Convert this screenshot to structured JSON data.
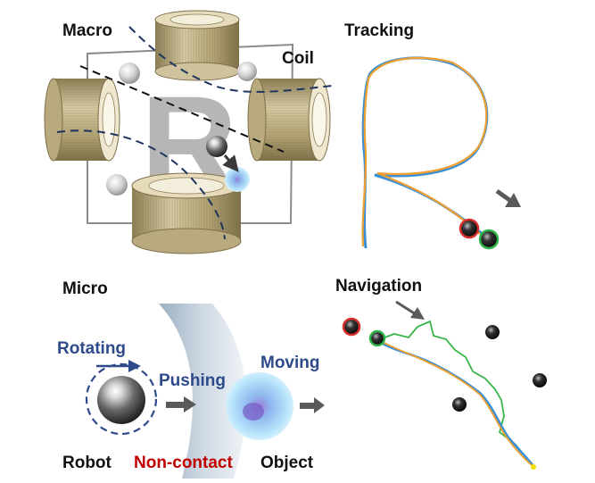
{
  "labels": {
    "macro": "Macro",
    "coil": "Coil",
    "tracking": "Tracking",
    "micro": "Micro",
    "navigation": "Navigation",
    "rotating": "Rotating",
    "pushing": "Pushing",
    "moving": "Moving",
    "robot": "Robot",
    "non_contact": "Non-contact",
    "object": "Object",
    "letter": "R"
  },
  "colors": {
    "text_dark": "#111111",
    "text_blue": "#2e4a8a",
    "text_red": "#c00000",
    "track_orange": "#f0a030",
    "track_blue": "#3a8fd6",
    "nav_green": "#39b54a",
    "marker_red": "#d9302c",
    "marker_green": "#2fb34a",
    "coil_fill": "#c7b98f",
    "arrow_grey": "#5a5a5a"
  }
}
